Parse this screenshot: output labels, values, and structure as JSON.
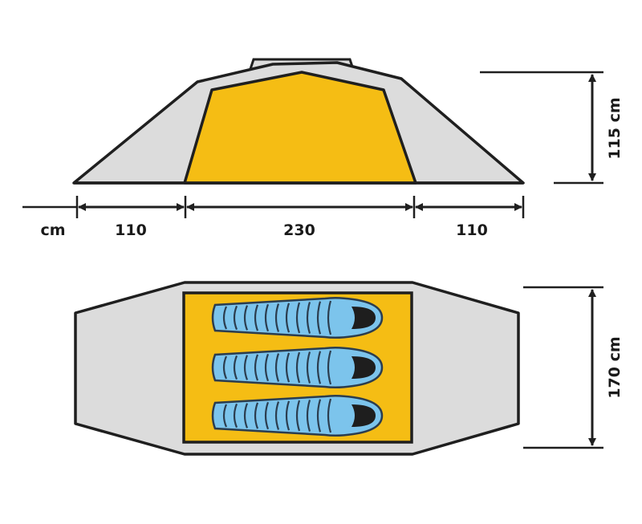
{
  "colors": {
    "outline": "#1f1f1f",
    "fly": "#dcdcdc",
    "inner_tent": "#f5bd14",
    "inner_tent_light": "#f9c417",
    "sleeping_bag": "#7cc4ec",
    "sleeping_bag_rib": "#2b3d4f",
    "background": "#ffffff"
  },
  "side_view": {
    "unit_label": "cm",
    "segments": [
      {
        "label": "110"
      },
      {
        "label": "230"
      },
      {
        "label": "110"
      }
    ],
    "height_label": "115 cm"
  },
  "top_view": {
    "width_label": "170 cm",
    "sleeping_bag_count": 3
  }
}
